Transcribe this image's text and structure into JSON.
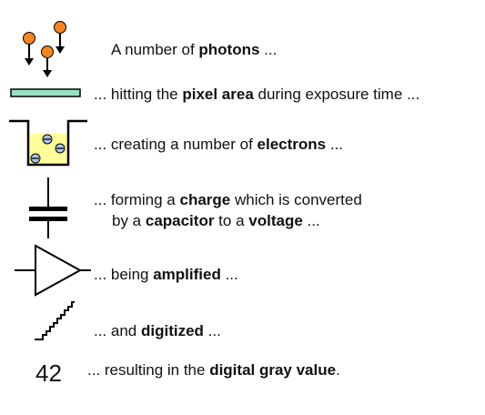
{
  "colors": {
    "photon": "#f5851f",
    "pixel": "#9be0c3",
    "well_fill": "#ffff99",
    "electron": "#a9c6ea"
  },
  "gray_value": "42",
  "steps": [
    {
      "id": "photons",
      "icon": "photons-icon",
      "pre": "A number of ",
      "bold": "photons",
      "post": " ..."
    },
    {
      "id": "pixel",
      "icon": "pixel-area-icon",
      "pre": "... hitting the ",
      "bold": "pixel area",
      "post": " during exposure time ..."
    },
    {
      "id": "electrons",
      "icon": "potential-well-icon",
      "pre": "... creating a number of ",
      "bold": "electrons",
      "post": " ..."
    },
    {
      "id": "charge",
      "icon": "capacitor-icon",
      "l1_pre": "... forming a ",
      "l1_bold": "charge",
      "l1_post": " which is converted",
      "l2_pre": "by a ",
      "l2_bold": "capacitor",
      "l2_mid": " to a ",
      "l2_bold2": "voltage",
      "l2_post": " ..."
    },
    {
      "id": "amplified",
      "icon": "amplifier-icon",
      "pre": "... being ",
      "bold": "amplified",
      "post": " ..."
    },
    {
      "id": "digitized",
      "icon": "staircase-icon",
      "pre": "... and ",
      "bold": "digitized",
      "post": " ..."
    },
    {
      "id": "result",
      "icon": "gray-value-icon",
      "pre": "... resulting in the ",
      "bold": "digital gray value",
      "post": "."
    }
  ]
}
